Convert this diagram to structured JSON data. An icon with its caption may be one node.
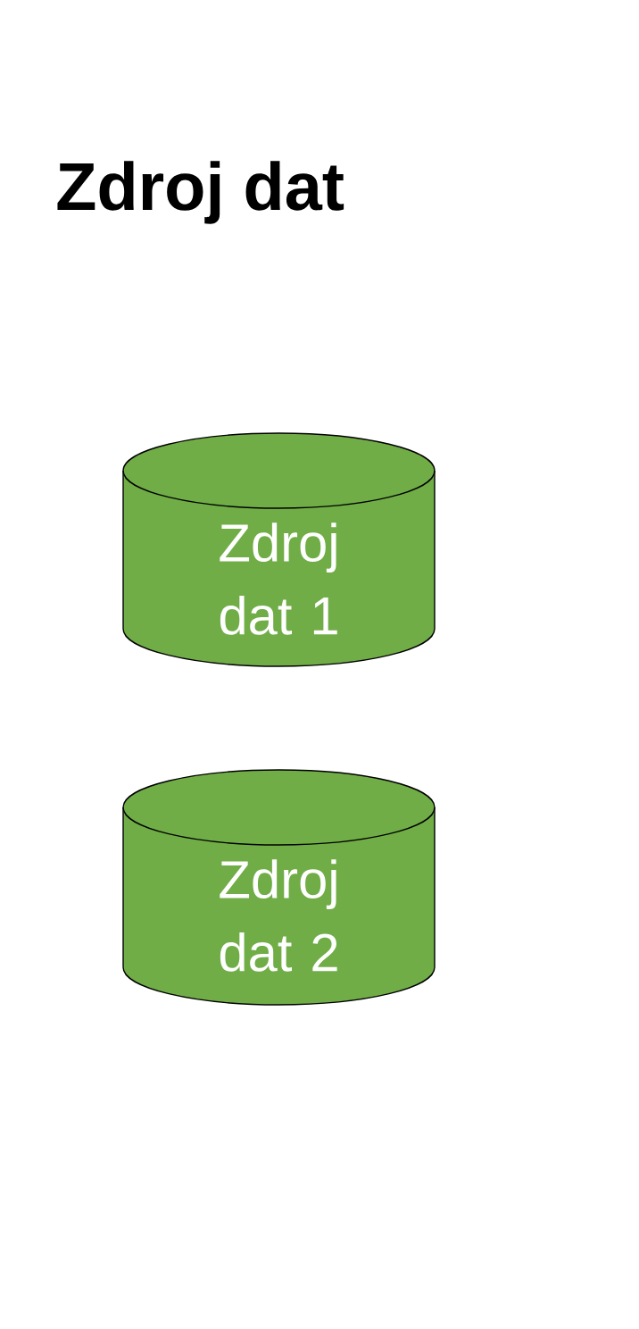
{
  "diagram": {
    "title": "Zdroj dat",
    "nodes": [
      {
        "text": [
          "Zdroj dat 1"
        ]
      },
      {
        "text": [
          "Zdroj dat 2"
        ]
      }
    ]
  }
}
